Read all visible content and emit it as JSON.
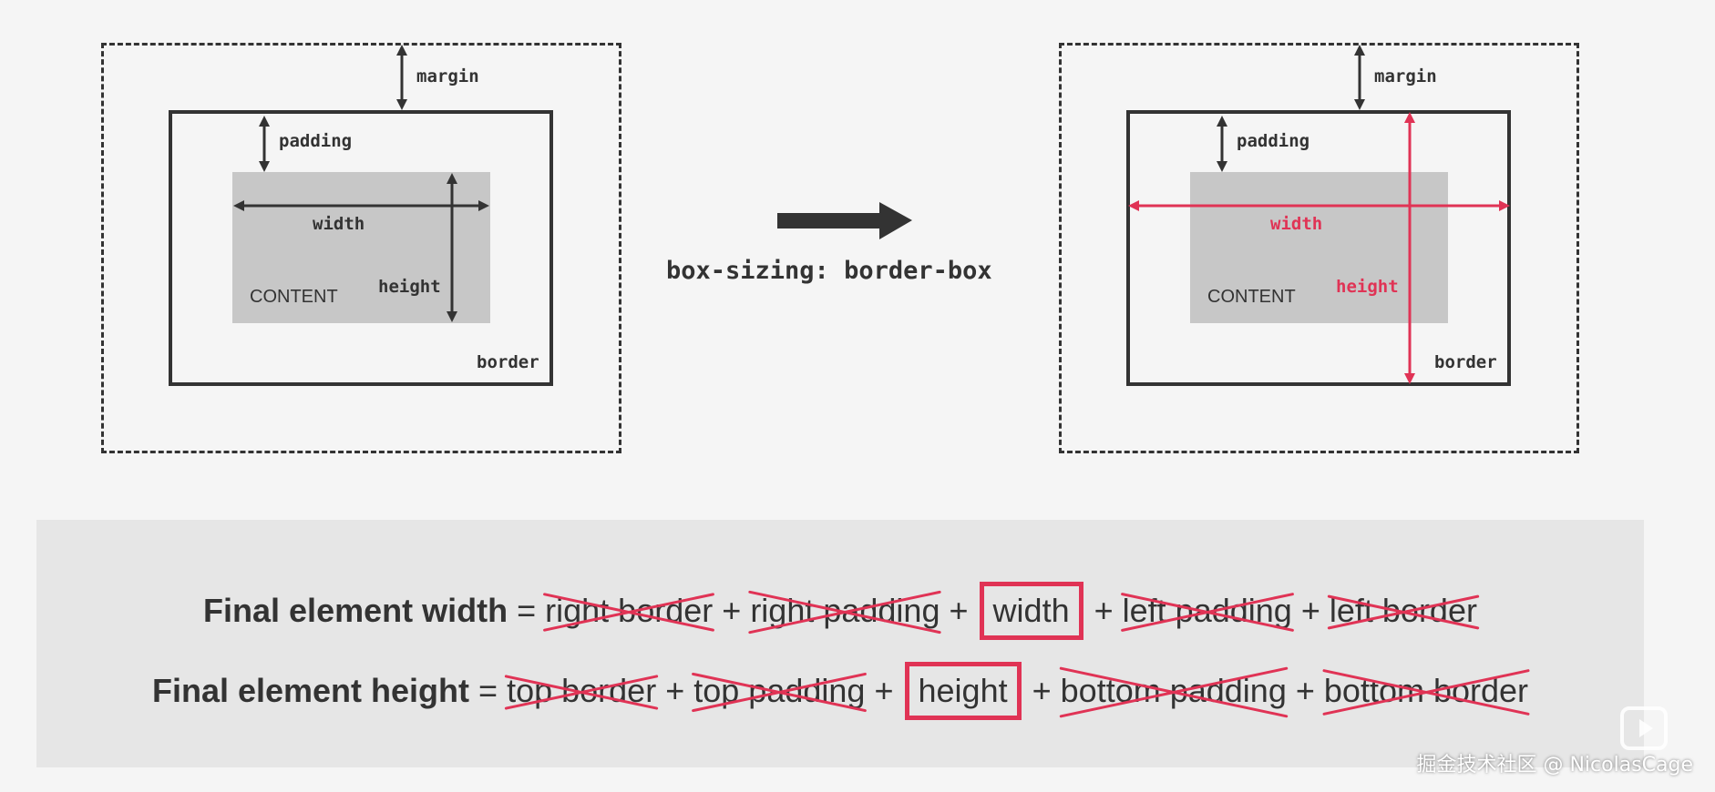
{
  "left_diagram": {
    "margin_label": "margin",
    "padding_label": "padding",
    "width_label": "width",
    "height_label": "height",
    "content_label": "CONTENT",
    "border_label": "border"
  },
  "transition": {
    "caption": "box-sizing: border-box"
  },
  "right_diagram": {
    "margin_label": "margin",
    "padding_label": "padding",
    "width_label": "width",
    "height_label": "height",
    "content_label": "CONTENT",
    "border_label": "border"
  },
  "formulas": {
    "width_line": {
      "label": "Final element width",
      "equals": "=",
      "terms": [
        "right border",
        "right padding",
        "width",
        "left padding",
        "left border"
      ],
      "plus": "+"
    },
    "height_line": {
      "label": "Final element height",
      "equals": "=",
      "terms": [
        "top border",
        "top padding",
        "height",
        "bottom padding",
        "bottom border"
      ],
      "plus": "+"
    }
  },
  "watermark": "掘金技术社区 @ NicolasCage",
  "colors": {
    "accent": "#e03355",
    "dark": "#333333",
    "content_fill": "#c7c7c7"
  }
}
